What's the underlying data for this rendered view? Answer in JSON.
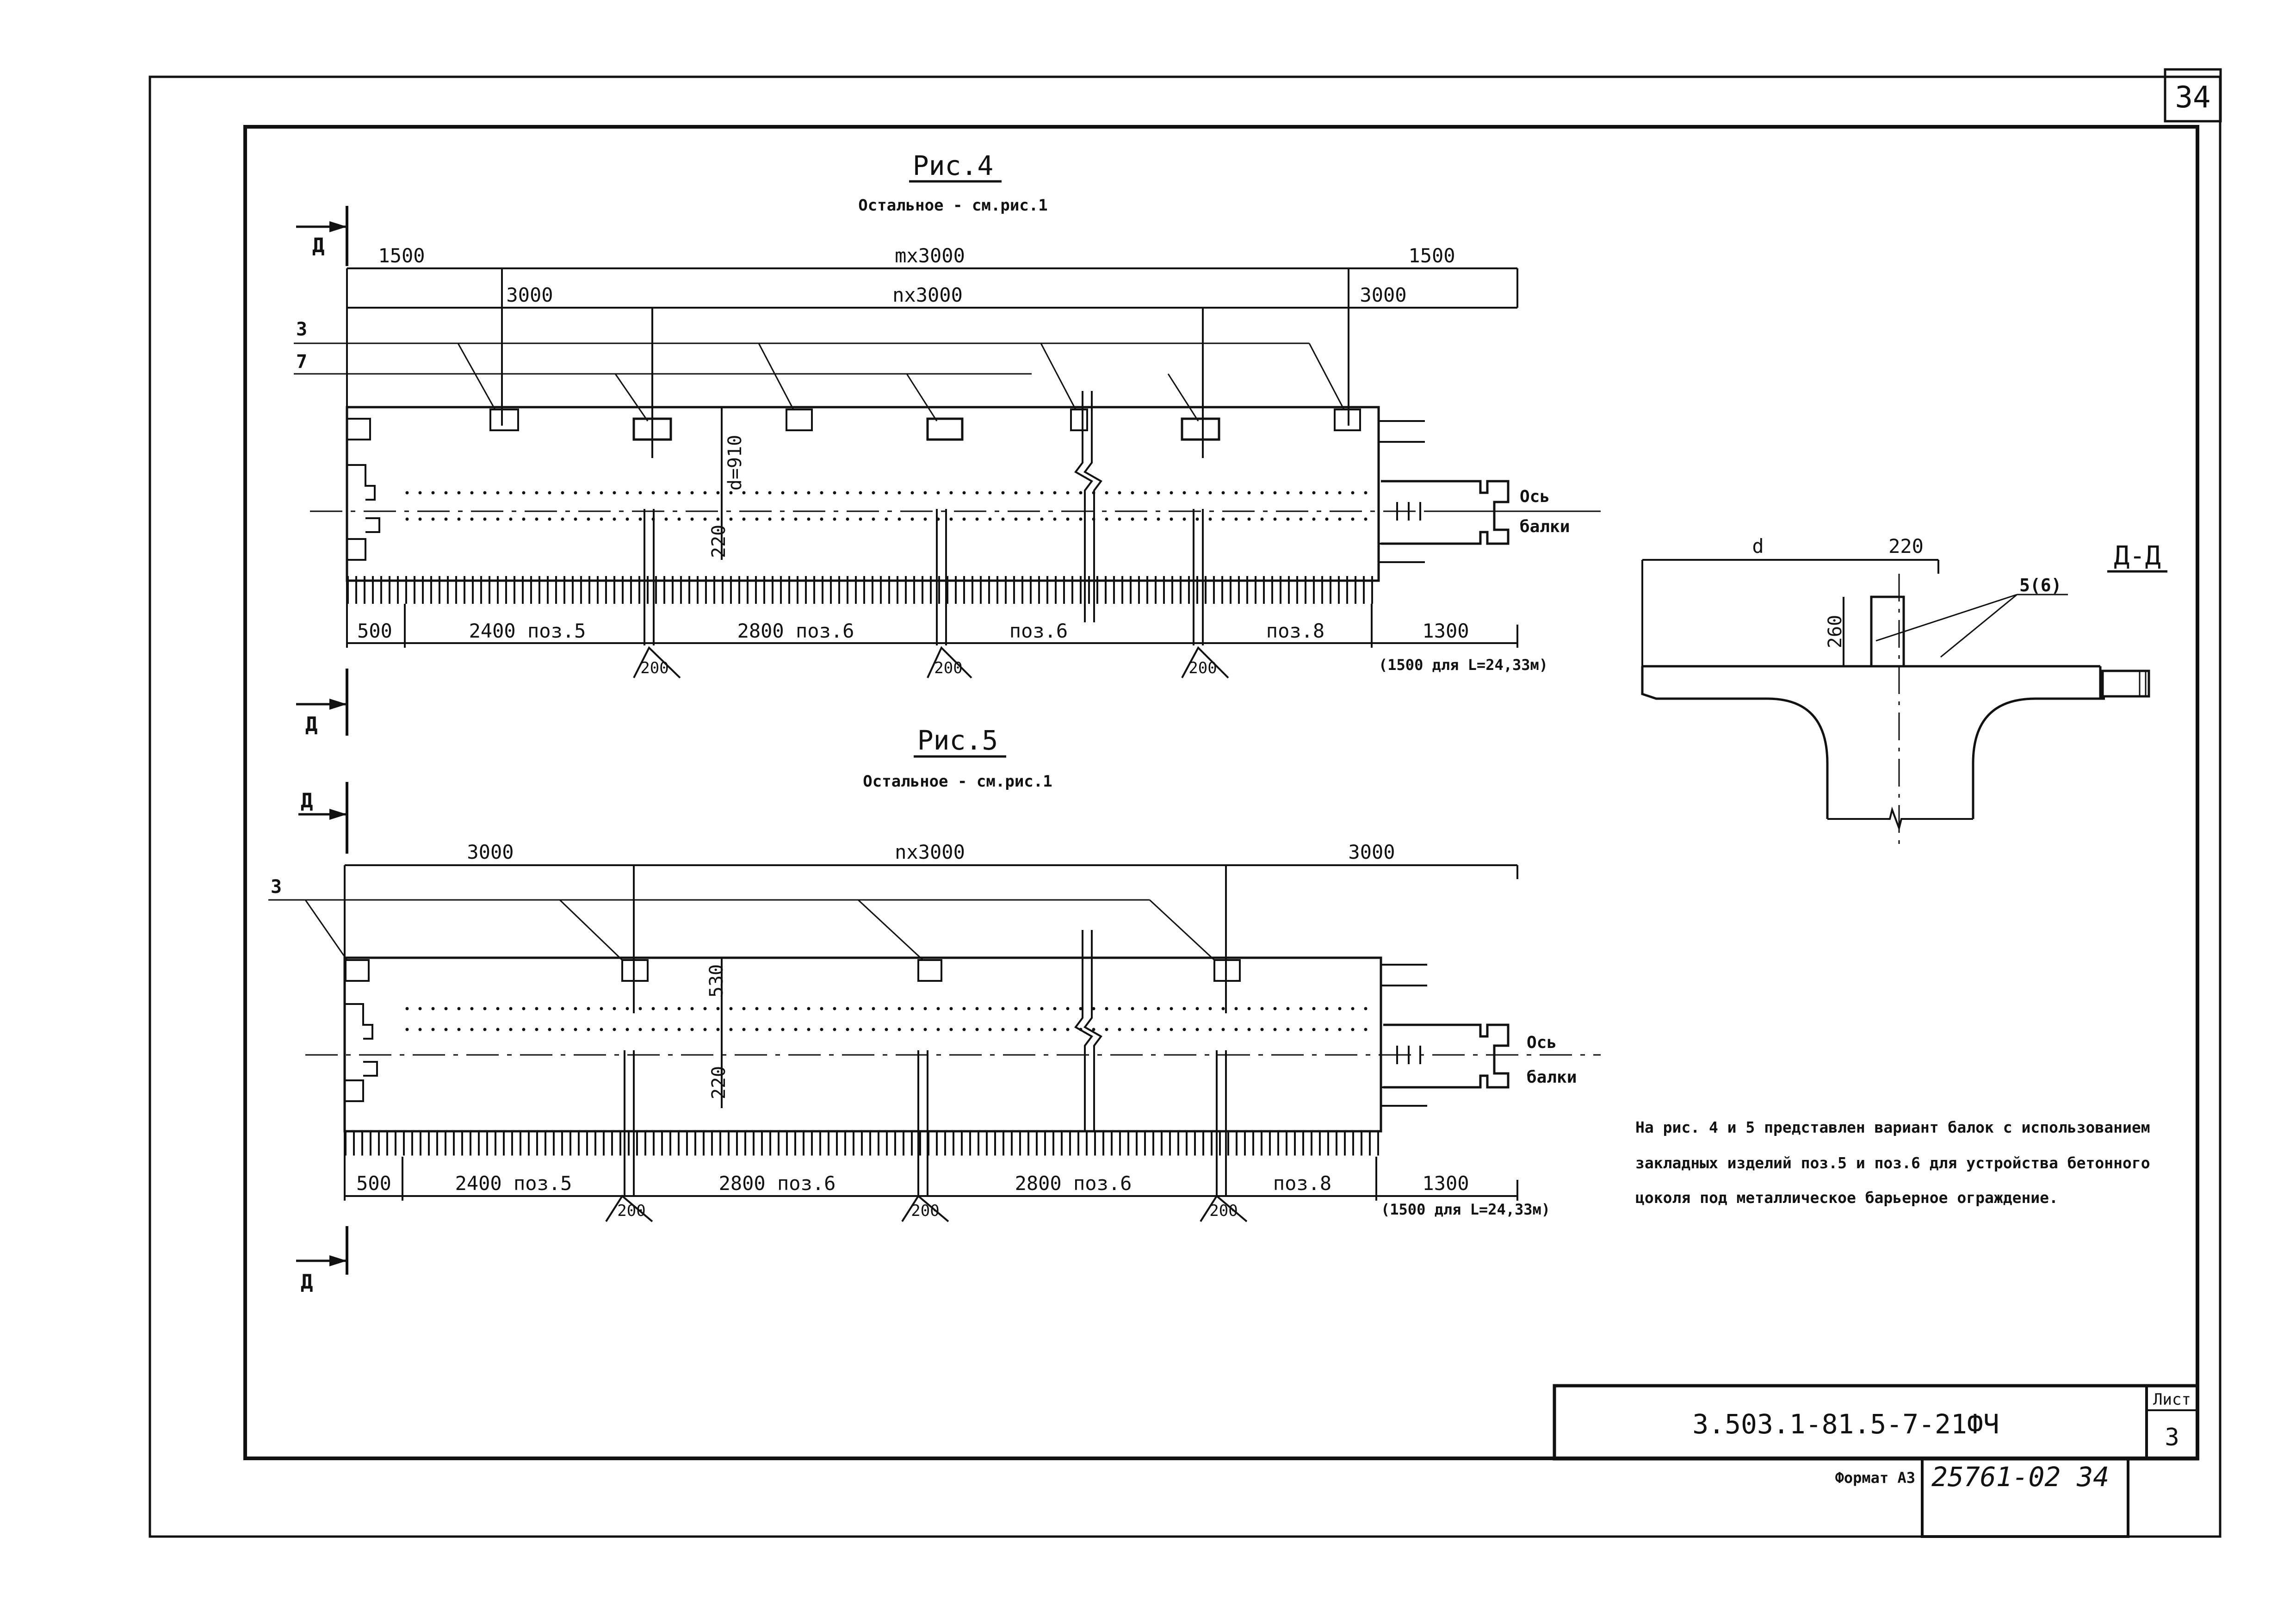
{
  "sheet": {
    "corner_number": "34",
    "sheet_label": "Лист",
    "sheet_number": "3",
    "designation": "3.503.1-81.5-7-21ФЧ",
    "format_label": "Формат А3",
    "archive_number": "25761-02  34"
  },
  "fig4": {
    "title": "Рис.4",
    "subtitle": "Остальное - см.рис.1",
    "section_letter_top": "Д",
    "section_letter_bottom": "Д",
    "dim_top_left": "1500",
    "dim_top_mid": "mx3000",
    "dim_top_right": "1500",
    "dim_second_left": "3000",
    "dim_second_mid": "nx3000",
    "dim_second_right": "3000",
    "pos_label_3": "3",
    "pos_label_7": "7",
    "dim_d": "d=910",
    "dim_220": "220",
    "axis_label_1": "Ось",
    "axis_label_2": "балки",
    "bottom_dims": [
      "500",
      "2400 поз.5",
      "2800 поз.6",
      "поз.6",
      "поз.8",
      "1300"
    ],
    "support_labels": [
      "200",
      "200",
      "200"
    ],
    "note_1500": "(1500 для L=24,33м)"
  },
  "fig5": {
    "title": "Рис.5",
    "subtitle": "Остальное - см.рис.1",
    "section_letter_top": "Д",
    "section_letter_bottom": "Д",
    "dim_top_left": "3000",
    "dim_top_mid": "nx3000",
    "dim_top_right": "3000",
    "pos_label_3": "3",
    "dim_530": "530",
    "dim_220": "220",
    "axis_label_1": "Ось",
    "axis_label_2": "балки",
    "bottom_dims": [
      "500",
      "2400 поз.5",
      "2800 поз.6",
      "2800 поз.6",
      "поз.8",
      "1300"
    ],
    "support_labels": [
      "200",
      "200",
      "200"
    ],
    "note_1500": "(1500 для L=24,33м)"
  },
  "section": {
    "title": "Д-Д",
    "dim_d": "d",
    "dim_220": "220",
    "dim_260": "260",
    "pos_label": "5(6)"
  },
  "note": {
    "lines": [
      "На рис. 4 и 5 представлен вариант балок с использованием",
      "закладных изделий поз.5 и поз.6 для устройства бетонного",
      "цоколя под металлическое барьерное ограждение."
    ]
  }
}
